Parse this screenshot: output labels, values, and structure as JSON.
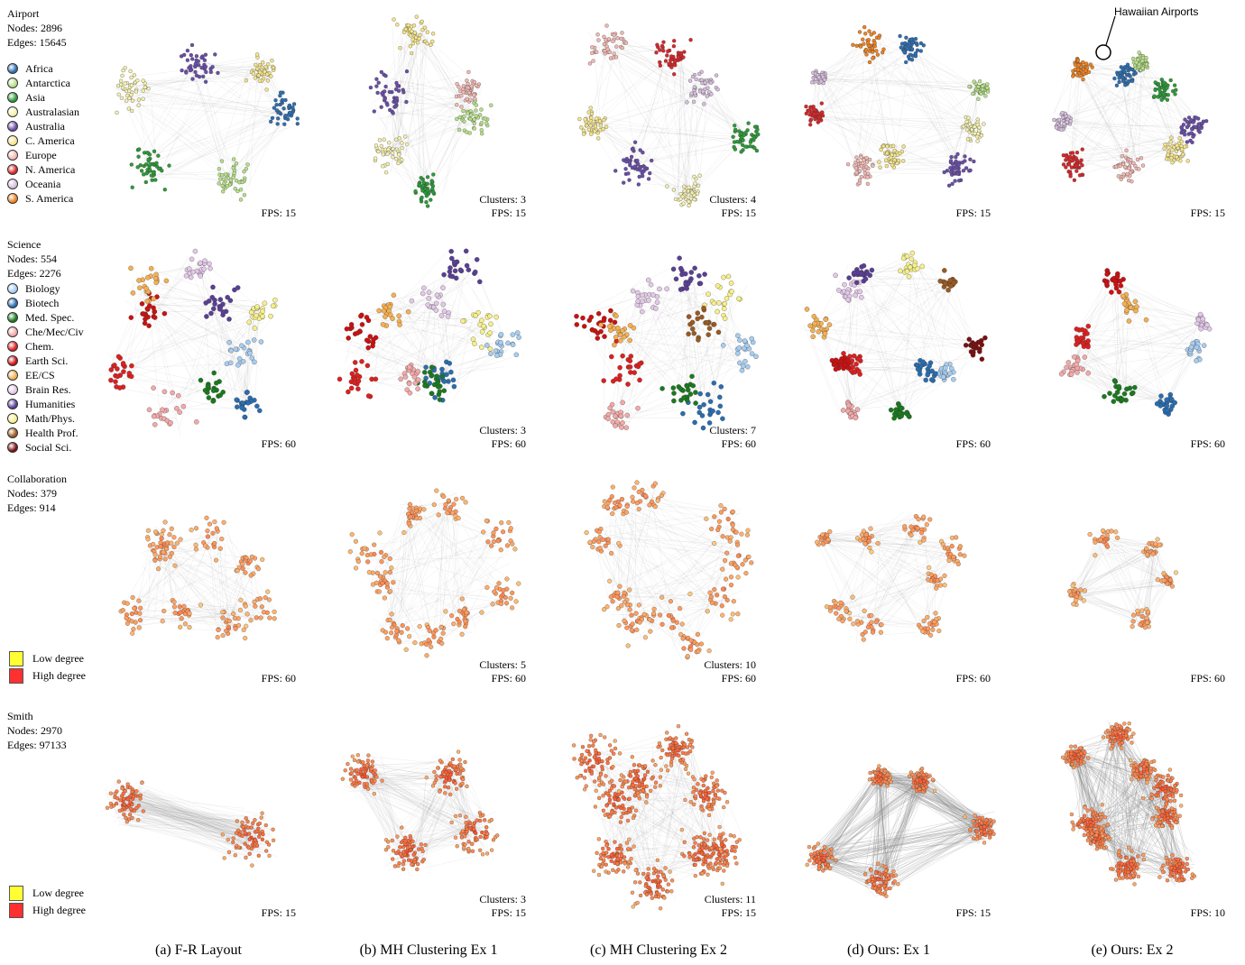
{
  "rows": [
    {
      "name": "Airport",
      "nodes": "Nodes: 2896",
      "edges": "Edges: 15645"
    },
    {
      "name": "Science",
      "nodes": "Nodes: 554",
      "edges": "Edges: 2276"
    },
    {
      "name": "Collaboration",
      "nodes": "Nodes: 379",
      "edges": "Edges: 914"
    },
    {
      "name": "Smith",
      "nodes": "Nodes: 2970",
      "edges": "Edges: 97133"
    }
  ],
  "airport_legend": [
    {
      "label": "Africa",
      "color": "#2f6fb0"
    },
    {
      "label": "Antarctica",
      "color": "#b8e08a"
    },
    {
      "label": "Asia",
      "color": "#2e9a3a"
    },
    {
      "label": "Australasian",
      "color": "#f4f0b0"
    },
    {
      "label": "Australia",
      "color": "#6a4fa8"
    },
    {
      "label": "C. America",
      "color": "#f5e58c"
    },
    {
      "label": "Europe",
      "color": "#f2b9b3"
    },
    {
      "label": "N. America",
      "color": "#d8282a"
    },
    {
      "label": "Oceania",
      "color": "#d7c0de"
    },
    {
      "label": "S. America",
      "color": "#ec8323"
    }
  ],
  "science_legend": [
    {
      "label": "Biology",
      "color": "#a7cdf0"
    },
    {
      "label": "Biotech",
      "color": "#2a6db0"
    },
    {
      "label": "Med. Spec.",
      "color": "#1a7a1f"
    },
    {
      "label": "Che/Mec/Civ",
      "color": "#f3a9a9"
    },
    {
      "label": "Chem.",
      "color": "#dd2020"
    },
    {
      "label": "Earth Sci.",
      "color": "#cc1010"
    },
    {
      "label": "EE/CS",
      "color": "#f5b052"
    },
    {
      "label": "Brain Res.",
      "color": "#e3c8e8"
    },
    {
      "label": "Humanities",
      "color": "#5a3f95"
    },
    {
      "label": "Math/Phys.",
      "color": "#f6f08a"
    },
    {
      "label": "Health Prof.",
      "color": "#9a5a22"
    },
    {
      "label": "Social Sci.",
      "color": "#7a1010"
    }
  ],
  "degree_legend": [
    {
      "label": "Low degree",
      "color": "#ffff33"
    },
    {
      "label": "High degree",
      "color": "#ff3030"
    }
  ],
  "captions": [
    "(a)  F-R Layout",
    "(b)  MH Clustering Ex 1",
    "(c)  MH Clustering Ex 2",
    "(d)  Ours: Ex 1",
    "(e)  Ours: Ex 2"
  ],
  "fps": [
    [
      "FPS: 15",
      "FPS: 15",
      "FPS: 15",
      "FPS: 15",
      "FPS: 15"
    ],
    [
      "FPS: 60",
      "FPS: 60",
      "FPS: 60",
      "FPS: 60",
      "FPS: 60"
    ],
    [
      "FPS: 60",
      "FPS: 60",
      "FPS: 60",
      "FPS: 60",
      "FPS: 60"
    ],
    [
      "FPS: 15",
      "FPS: 15",
      "FPS: 15",
      "FPS: 15",
      "FPS: 10"
    ]
  ],
  "clusters": [
    [
      "",
      "Clusters: 3",
      "Clusters: 4",
      "",
      ""
    ],
    [
      "",
      "Clusters: 3",
      "Clusters: 7",
      "",
      ""
    ],
    [
      "",
      "Clusters: 5",
      "Clusters: 10",
      "",
      ""
    ],
    [
      "",
      "Clusters: 3",
      "Clusters: 11",
      "",
      ""
    ]
  ],
  "annotation": "Hawaiian Airports"
}
